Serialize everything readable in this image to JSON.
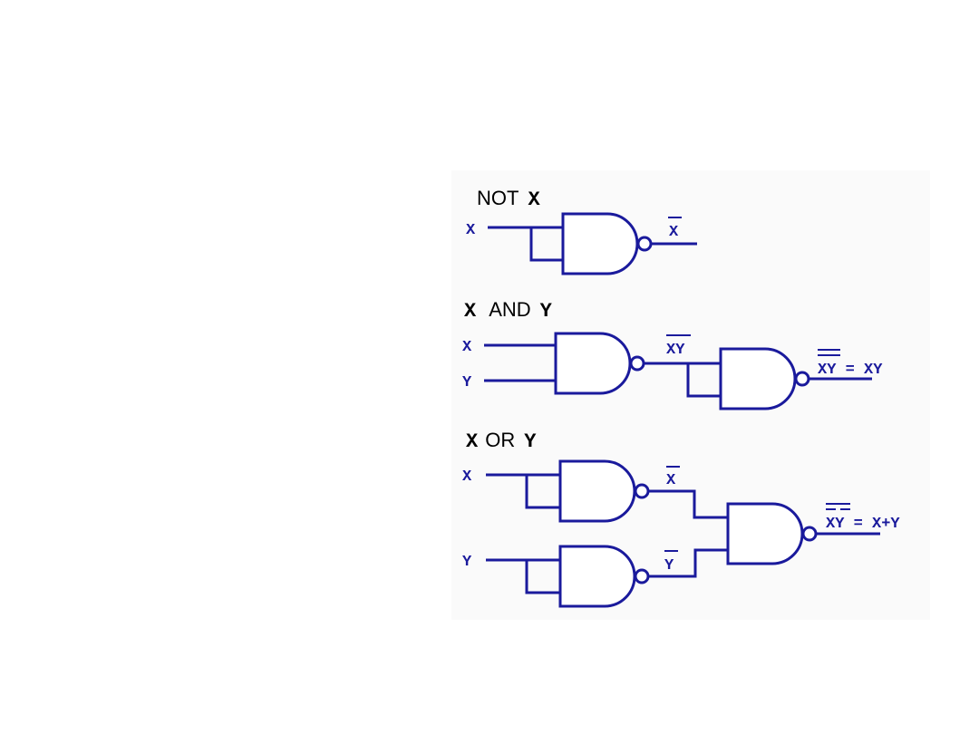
{
  "colors": {
    "wire": "#1a1a9c",
    "title_text": "#000000",
    "panel_background": "#fafafa"
  },
  "not_section": {
    "title_word": "NOT",
    "title_var": "X",
    "input_x": "X",
    "output_label": "X"
  },
  "and_section": {
    "title_var_1": "X",
    "title_word": "AND",
    "title_var_2": "Y",
    "input_x": "X",
    "input_y": "Y",
    "intermediate_label": "XY",
    "output_label": "XY = XY"
  },
  "or_section": {
    "title_var_1": "X",
    "title_word": "OR",
    "title_var_2": "Y",
    "input_x": "X",
    "input_y": "Y",
    "not_x_label": "X",
    "not_y_label": "Y",
    "output_label": "XY = X+Y"
  }
}
